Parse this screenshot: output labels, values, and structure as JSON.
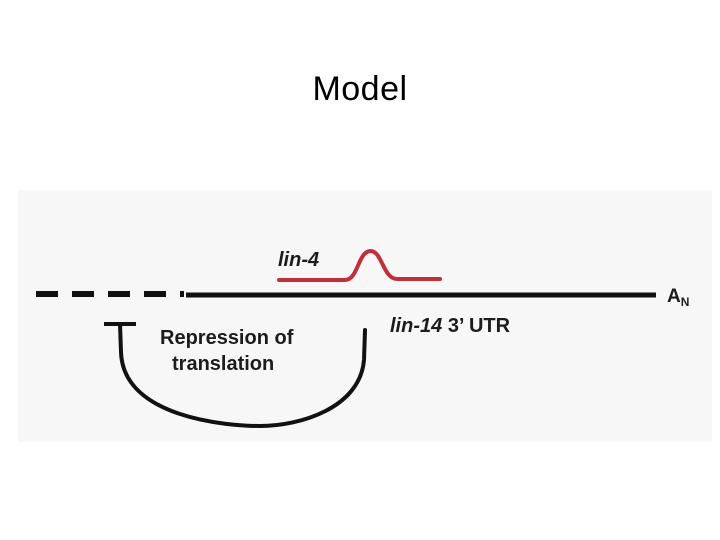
{
  "slide": {
    "title": "Model"
  },
  "diagram": {
    "mirna_label": "lin-4",
    "utr_gene_label": "lin-14",
    "utr_suffix_label": "3’ UTR",
    "repression_line1": "Repression of",
    "repression_line2": "translation",
    "polya_base": "A",
    "polya_subscript": "N",
    "colors": {
      "mirna": "#c0303a",
      "mrna": "#111111",
      "inhibition_arc": "#111111",
      "panel_background": "#f7f7f7"
    }
  }
}
